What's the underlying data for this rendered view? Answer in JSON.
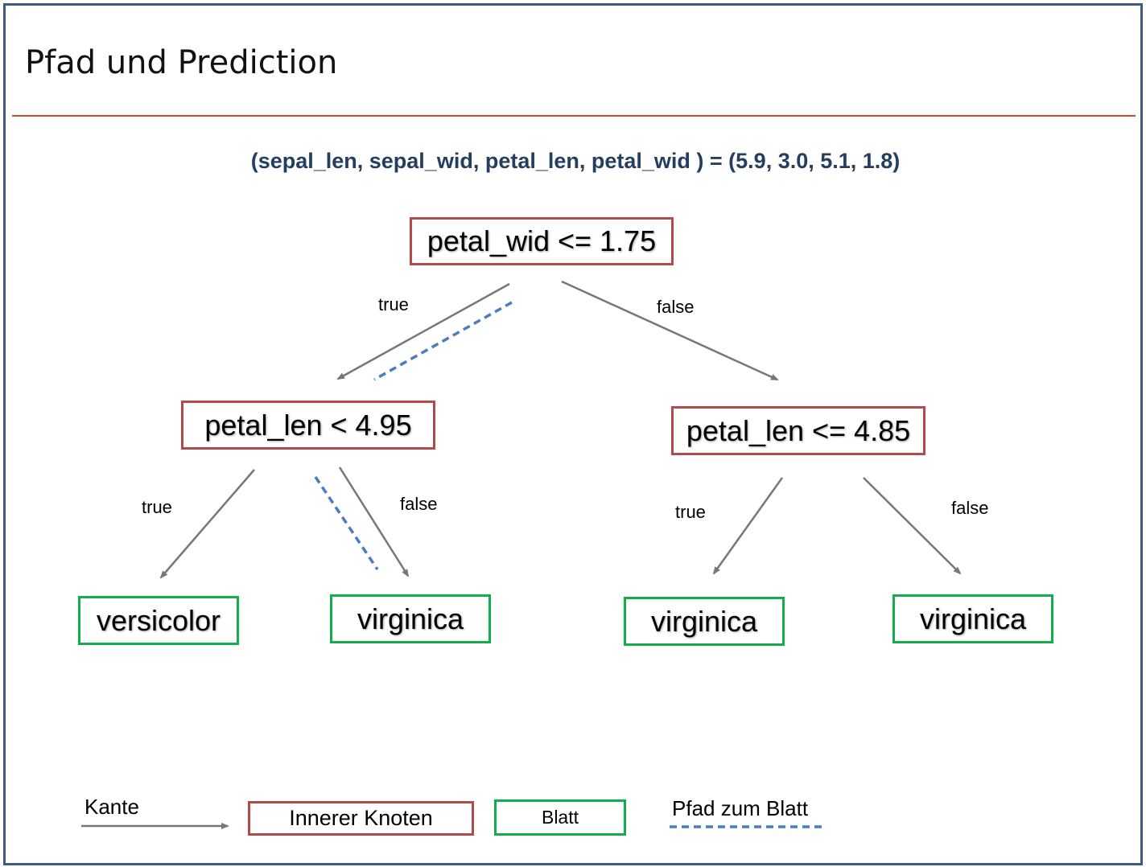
{
  "title": "Pfad und Prediction",
  "sample": "(sepal_len, sepal_wid, petal_len, petal_wid ) = (5.9, 3.0, 5.1, 1.8)",
  "colors": {
    "frame": "#3f5a80",
    "rule": "#c0502c",
    "inner_border": "#b54a4a",
    "leaf_border": "#12ad4c",
    "edge": "#777777",
    "path": "#4a7dc0",
    "sample_text": "#243e60"
  },
  "nodes": {
    "root": "petal_wid <= 1.75",
    "left": "petal_len < 4.95",
    "right": "petal_len <= 4.85",
    "leaf_ll": "versicolor",
    "leaf_lr": "virginica",
    "leaf_rl": "virginica",
    "leaf_rr": "virginica"
  },
  "edge_labels": {
    "root_true": "true",
    "root_false": "false",
    "left_true": "true",
    "left_false": "false",
    "right_true": "true",
    "right_false": "false"
  },
  "legend": {
    "edge": "Kante",
    "inner": "Innerer Knoten",
    "leaf": "Blatt",
    "path": "Pfad zum Blatt"
  }
}
